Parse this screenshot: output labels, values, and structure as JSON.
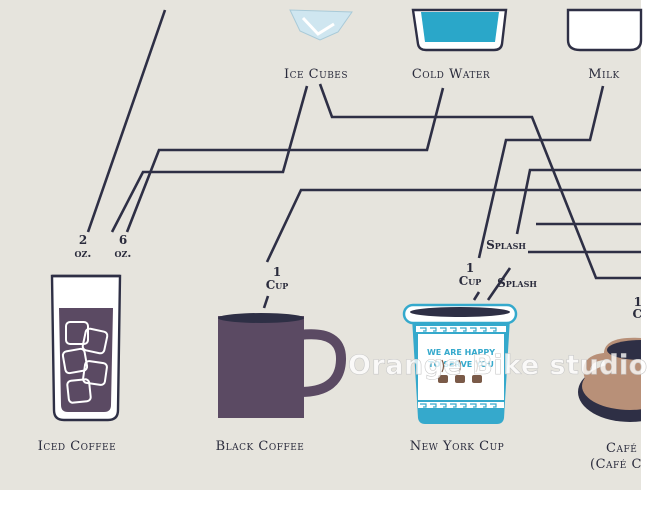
{
  "ingredients": {
    "ice_cubes": "Ice Cubes",
    "cold_water": "Cold Water",
    "milk": "Milk"
  },
  "quantities": {
    "iced_two": "2",
    "iced_two_unit": "oz.",
    "iced_six": "6",
    "iced_six_unit": "oz.",
    "black_one": "1",
    "black_one_unit": "Cup",
    "ny_one": "1",
    "ny_one_unit": "Cup",
    "splash_a": "Splash",
    "splash_b": "Splash",
    "cafe_one": "1",
    "cafe_one_unit": "C"
  },
  "drinks": {
    "iced_coffee": "Iced Coffee",
    "black_coffee": "Black Coffee",
    "new_york_cup": "New York Cup",
    "cafe_line1": "Café",
    "cafe_line2": "(Café C"
  },
  "cup_print": {
    "line1": "WE ARE HAPPY",
    "line2": "TO SERVE YOU"
  },
  "watermark": "Orange Bike studio",
  "colors": {
    "background": "#e6e4dd",
    "line": "#2e2f45",
    "coffee": "#5b4a63",
    "water": "#2aa7c9",
    "cup_blue": "#35a9cc",
    "saucer": "#b89078"
  }
}
